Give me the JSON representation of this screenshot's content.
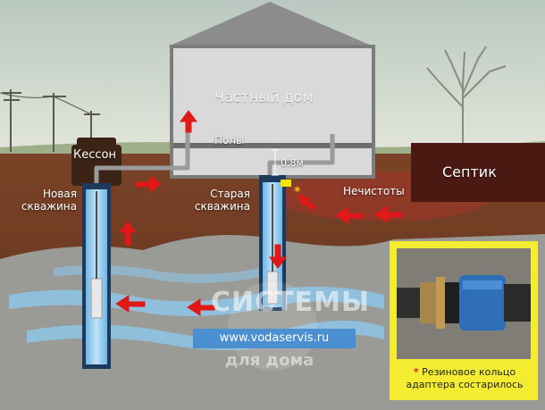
{
  "labels": {
    "house": "Частный дом",
    "floors": "Полы",
    "depth": "0,8м",
    "caisson": "Кессон",
    "septic": "Септик",
    "dirt": "Нечистоты",
    "new_well": "Новая скважина",
    "old_well": "Старая скважина"
  },
  "watermark": {
    "line1": "СИСТЕМЫ",
    "url": "www.vodaservis.ru",
    "line2": "для дома"
  },
  "inset": {
    "star": "*",
    "caption": "Резиновое кольцо адаптера состарилось"
  },
  "colors": {
    "sky": "#cfd8cc",
    "ground": "#7a3f24",
    "house": "#d9d9d9",
    "septic": "#4a1a12",
    "water": "#8ec6e8",
    "arrow": "#e01818",
    "inset_border": "#f4ec31"
  }
}
